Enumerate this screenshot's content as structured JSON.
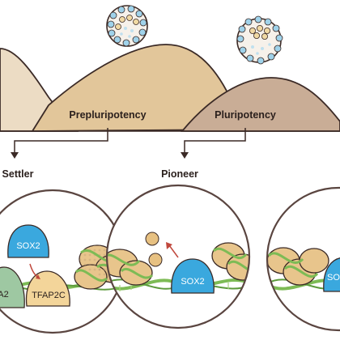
{
  "stages": {
    "prepluripotency": "Prepluripotency",
    "pluripotency": "Pluripotency"
  },
  "modes": {
    "settler": "Settler",
    "pioneer": "Pioneer"
  },
  "factors": {
    "sox2_settler": "SOX2",
    "tfap2a_partial": "A2",
    "tfap2c_partial": "TFAP2C",
    "sox2_pioneer": "SOX2",
    "sox2_right_partial": "SO"
  },
  "colors": {
    "hill_left": "#ecdcc4",
    "hill_mid": "#e2c69a",
    "hill_right": "#c9ad96",
    "outline": "#3b2a26",
    "sox2_blue": "#3aa8de",
    "tfap2_green": "#9ec8a2",
    "tfap2c_tan": "#f3d59a",
    "nucleosome": "#e8c58c",
    "dna_green": "#7dbb55",
    "dna_stripe": "#a7d27e",
    "ball": "#e7c182",
    "circle_stroke": "#5a4540"
  }
}
